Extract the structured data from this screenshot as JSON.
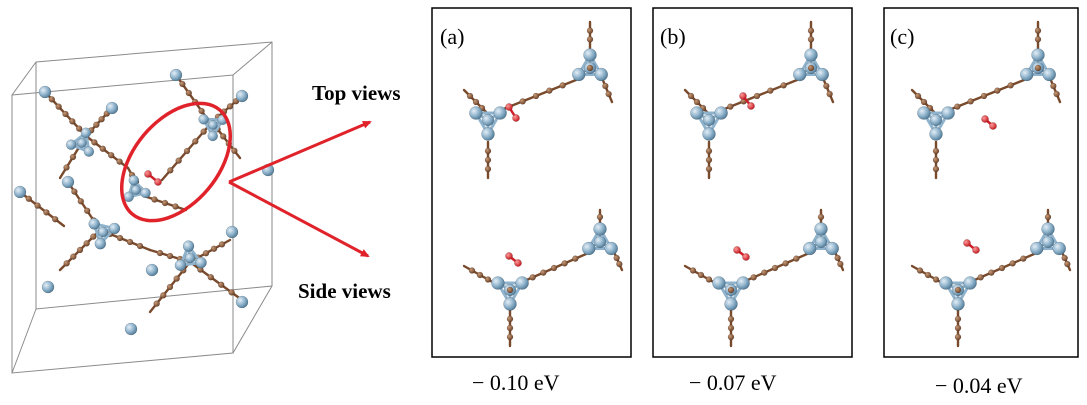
{
  "annotations": {
    "top_views": "Top views",
    "side_views": "Side views"
  },
  "panels": [
    {
      "label": "(a)",
      "energy": "− 0.10 eV"
    },
    {
      "label": "(b)",
      "energy": "− 0.07 eV"
    },
    {
      "label": "(c)",
      "energy": "− 0.04 eV"
    }
  ],
  "colors": {
    "metal_atom": "#8fb3cc",
    "metal_bond": "#8fb3cc",
    "carbon_atom": "#8a5a3c",
    "oxygen_atom": "#e0232b",
    "highlight": "#e0232b",
    "frame": "#000000",
    "cell_edge": "#8a8a8a"
  },
  "icons": [
    "unit-cell-structure",
    "highlight-ellipse",
    "pointer-arrow",
    "oxygen-molecule"
  ]
}
